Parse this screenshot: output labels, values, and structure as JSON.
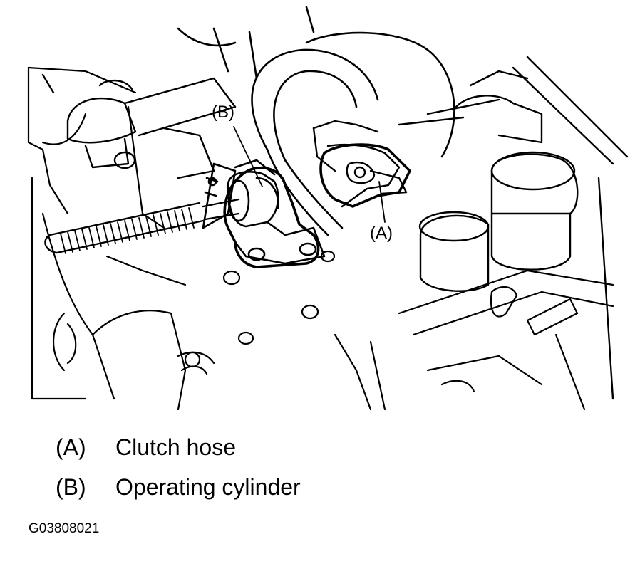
{
  "callouts": {
    "a": "(A)",
    "b": "(B)"
  },
  "legend": [
    {
      "key": "(A)",
      "label": "Clutch hose"
    },
    {
      "key": "(B)",
      "label": "Operating cylinder"
    }
  ],
  "figure_code": "G03808021"
}
